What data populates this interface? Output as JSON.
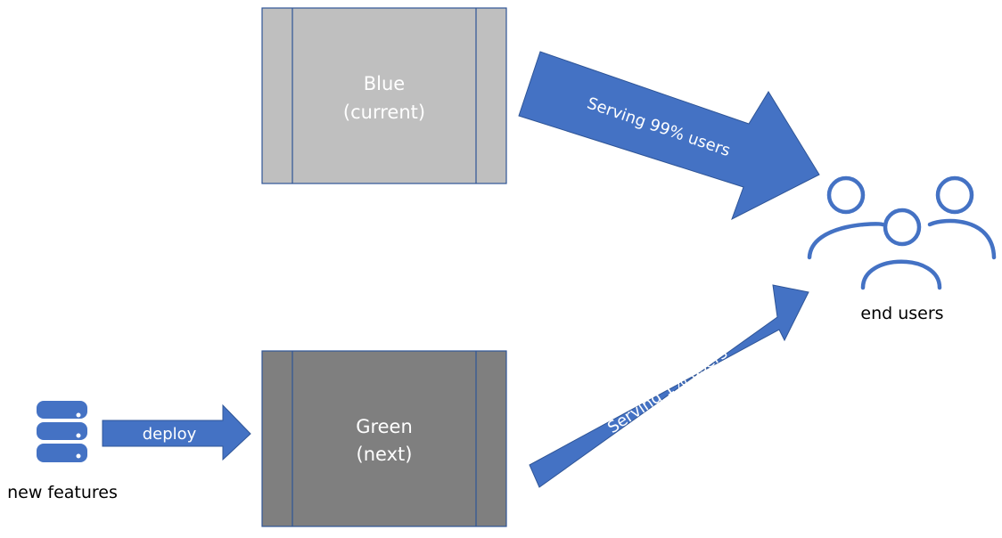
{
  "colors": {
    "accent": "#4472C4",
    "blue_box_fill": "#BFBFBF",
    "green_box_fill": "#7F7F7F",
    "box_border": "#2F5597",
    "label_on_dark": "#FFFFFF",
    "caption": "#000000"
  },
  "blue_box": {
    "title": "Blue",
    "subtitle": "(current)"
  },
  "green_box": {
    "title": "Green",
    "subtitle": "(next)"
  },
  "arrows": {
    "deploy": "deploy",
    "serving_blue": "Serving 99% users",
    "serving_green": "Serving 1% users"
  },
  "source": {
    "icon": "database-icon",
    "caption": "new features"
  },
  "target": {
    "icon": "users-group-icon",
    "caption": "end users"
  }
}
